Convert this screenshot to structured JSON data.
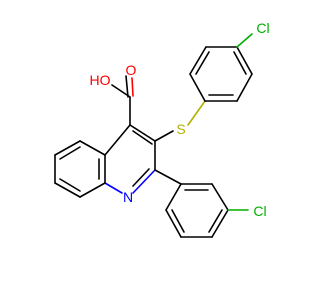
{
  "molecule": {
    "atom_labels": {
      "oh": "HO",
      "o_carbonyl": "O",
      "s": "S",
      "n": "N",
      "cl_top": "Cl",
      "cl_bottom": "Cl"
    },
    "colors": {
      "bond": "#000000",
      "oxygen": "#ff0000",
      "nitrogen": "#0000ff",
      "sulfur": "#b2b200",
      "chlorine": "#00b000"
    }
  }
}
